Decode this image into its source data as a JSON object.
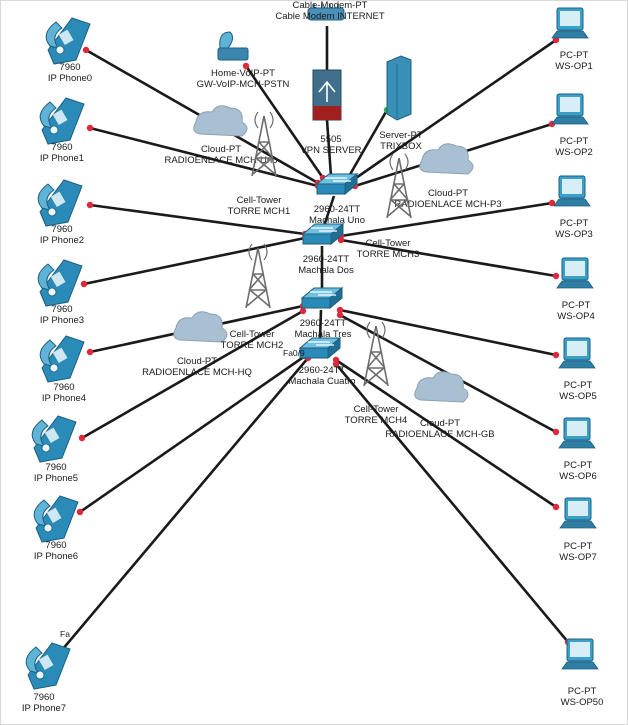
{
  "diagram": {
    "nodes": {
      "phone0": [
        "7960",
        "IP Phone0"
      ],
      "phone1": [
        "7960",
        "IP Phone1"
      ],
      "phone2": [
        "7960",
        "IP Phone2"
      ],
      "phone3": [
        "7960",
        "IP Phone3"
      ],
      "phone4": [
        "7960",
        "IP Phone4"
      ],
      "phone5": [
        "7960",
        "IP Phone5"
      ],
      "phone6": [
        "7960",
        "IP Phone6"
      ],
      "phone7": [
        "7960",
        "IP Phone7"
      ],
      "pc1": [
        "PC-PT",
        "WS-OP1"
      ],
      "pc2": [
        "PC-PT",
        "WS-OP2"
      ],
      "pc3": [
        "PC-PT",
        "WS-OP3"
      ],
      "pc4": [
        "PC-PT",
        "WS-OP4"
      ],
      "pc5": [
        "PC-PT",
        "WS-OP5"
      ],
      "pc6": [
        "PC-PT",
        "WS-OP6"
      ],
      "pc7": [
        "PC-PT",
        "WS-OP7"
      ],
      "pc50": [
        "PC-PT",
        "WS-OP50"
      ],
      "cable_modem": [
        "Cable-Modem-PT",
        "Cable Modem INTERNET"
      ],
      "home_voip": [
        "Home-VoIP-PT",
        "GW-VoIP-MCH-PSTN"
      ],
      "asa": [
        "5505",
        "VPN SERVER"
      ],
      "server": [
        "Server-PT",
        "TRIXBOX"
      ],
      "cloud_radio1": [
        "Cloud-PT",
        "RADIOENLACE MCH-Uno"
      ],
      "cloud_p3": [
        "Cloud-PT",
        "RADIOENLACE MCH-P3"
      ],
      "cloud_hq": [
        "Cloud-PT",
        "RADIOENLACE MCH-HQ"
      ],
      "cloud_gb": [
        "Cloud-PT",
        "RADIOENLACE MCH-GB"
      ],
      "tower1": [
        "Cell-Tower",
        "TORRE MCH1"
      ],
      "tower2": [
        "Cell-Tower",
        "TORRE MCH2"
      ],
      "tower3": [
        "Cell-Tower",
        "TORRE MCH3"
      ],
      "tower4": [
        "Cell-Tower",
        "TORRE MCH4"
      ],
      "sw1": [
        "2960-24TT",
        "Machala Uno"
      ],
      "sw2": [
        "2960-24TT",
        "Machala Dos"
      ],
      "sw3": [
        "2960-24TT",
        "Machala Tres"
      ],
      "sw4": [
        "2960-24TT",
        "Machala Cuatro"
      ]
    },
    "port_labels": [
      "Fa0/9",
      "Fa"
    ],
    "colors": {
      "link": "#1a1a1a",
      "link_end": "#e0283a",
      "link_up": "#22b24c",
      "device": "#2b8bb8",
      "device_dark": "#1c5f80",
      "cloud": "#a9bfd2",
      "tower": "#6d6d6d",
      "firewall": "#a02020"
    }
  }
}
